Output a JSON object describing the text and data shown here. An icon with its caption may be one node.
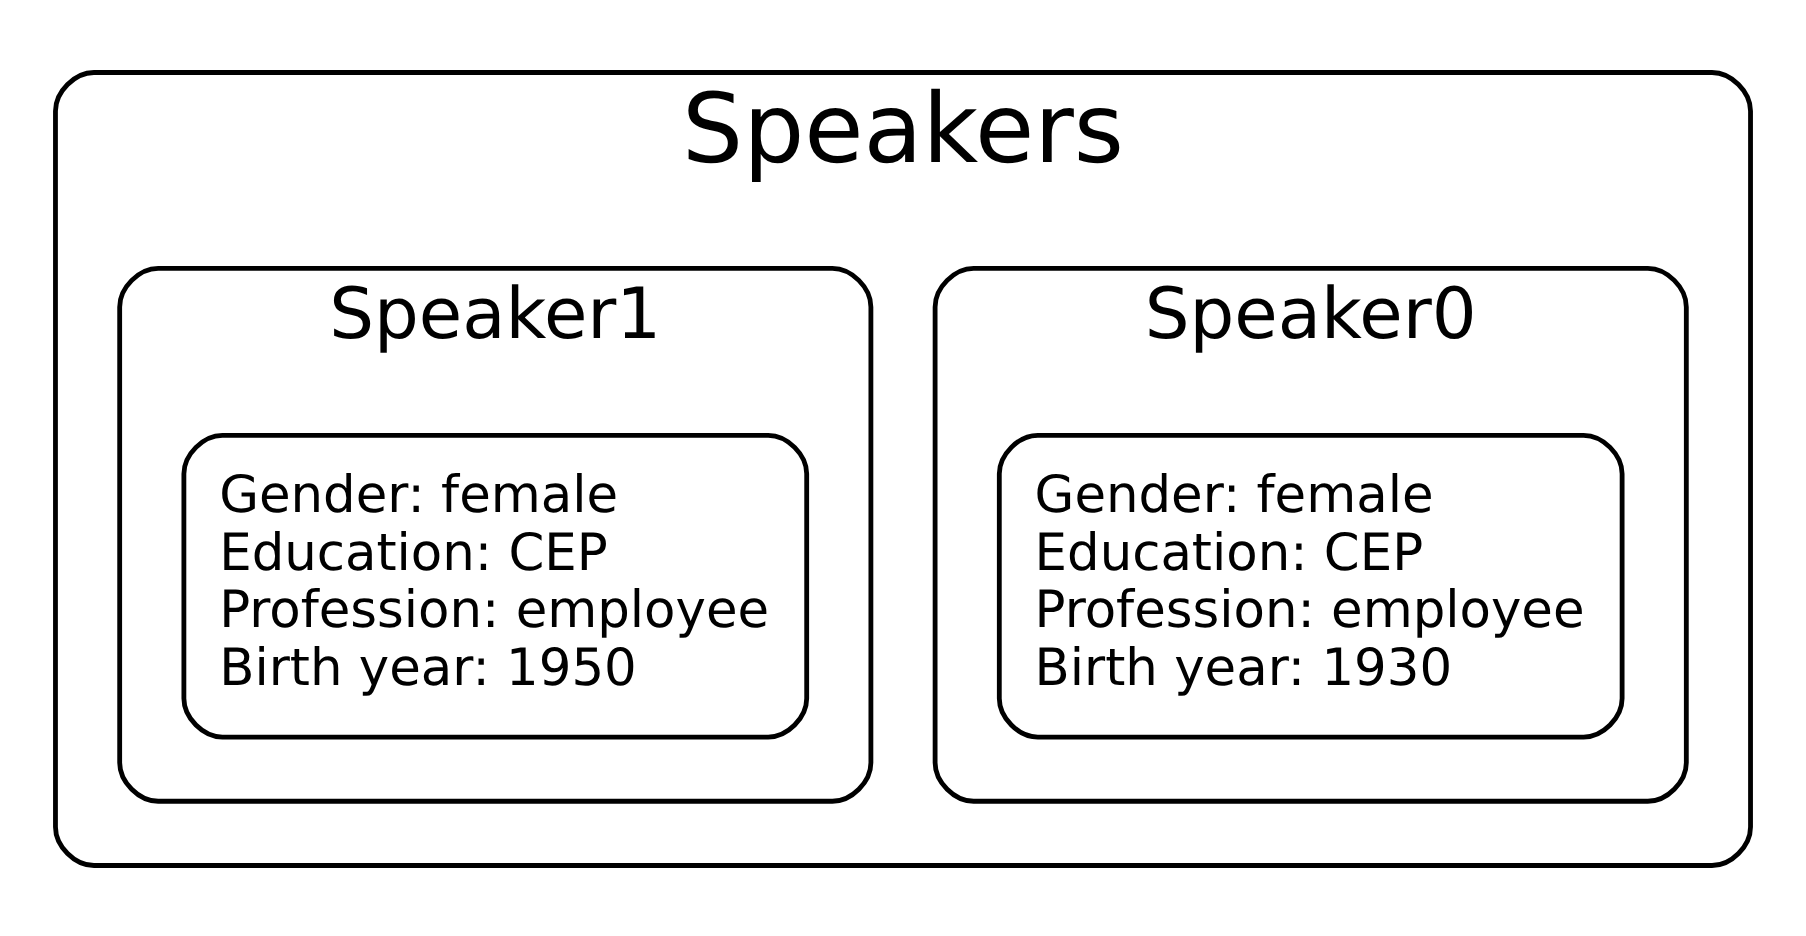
{
  "diagram": {
    "nodes": [
      {
        "text": [
          "Speakers"
        ]
      },
      {
        "text": [
          "Speaker0"
        ],
        "in": 0
      },
      {
        "text": [
          "Gender: female",
          "Education: CEP",
          "Profession: employee",
          "Birth year: 1930"
        ],
        "in": 1
      },
      {
        "text": [
          "Speaker1"
        ],
        "in": 0
      },
      {
        "text": [
          "Gender: female",
          "Education: CEP",
          "Profession: employee",
          "Birth year: 1950"
        ],
        "in": 3
      }
    ]
  }
}
